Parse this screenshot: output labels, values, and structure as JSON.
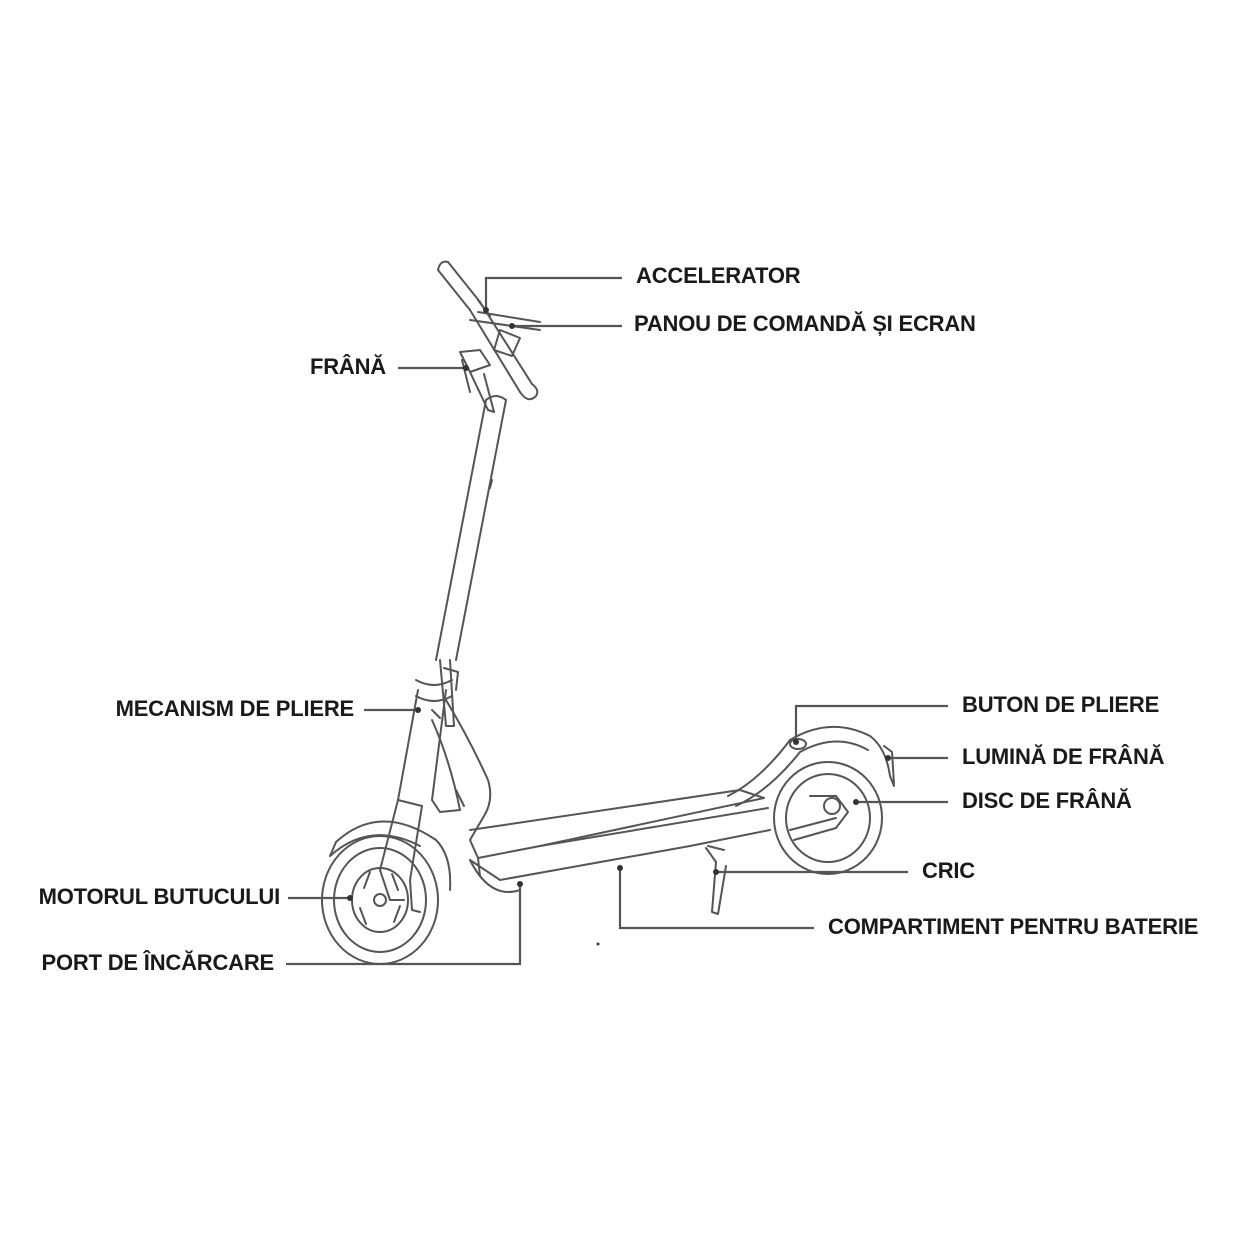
{
  "colors": {
    "line": "#555555",
    "label": "#1a1a1a",
    "background": "#ffffff"
  },
  "labels": {
    "accelerator": "ACCELERATOR",
    "control_panel": "PANOU DE COMANDĂ ȘI ECRAN",
    "brake": "FRÂNĂ",
    "folding_mechanism": "MECANISM DE PLIERE",
    "folding_button": "BUTON DE PLIERE",
    "brake_light": "LUMINĂ DE FRÂNĂ",
    "brake_disc": "DISC DE FRÂNĂ",
    "kickstand": "CRIC",
    "hub_motor": "MOTORUL BUTUCULUI",
    "battery_compartment": "COMPARTIMENT PENTRU BATERIE",
    "charging_port": "PORT DE ÎNCĂRCARE"
  }
}
